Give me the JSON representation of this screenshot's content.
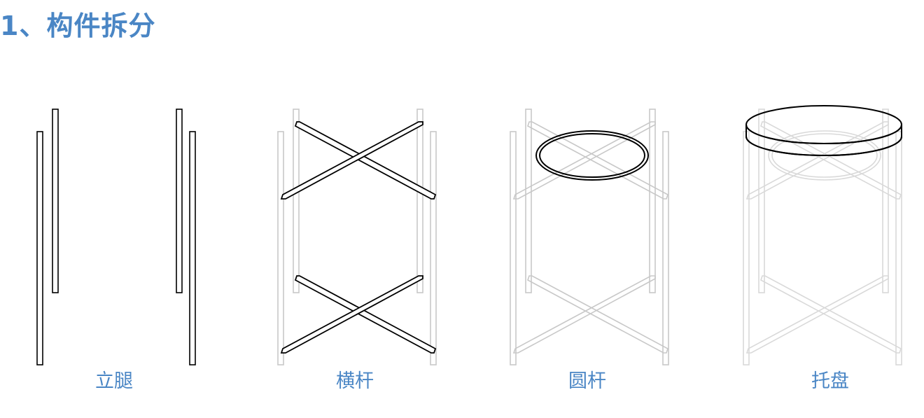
{
  "title": "1、构件拆分",
  "parts": [
    {
      "label": "立腿"
    },
    {
      "label": "横杆"
    },
    {
      "label": "圆杆"
    },
    {
      "label": "托盘"
    }
  ],
  "colors": {
    "accent": "#4a86c5",
    "highlight": "#000000",
    "context": "#c8c8c8",
    "context_light": "#d9d9d9"
  }
}
